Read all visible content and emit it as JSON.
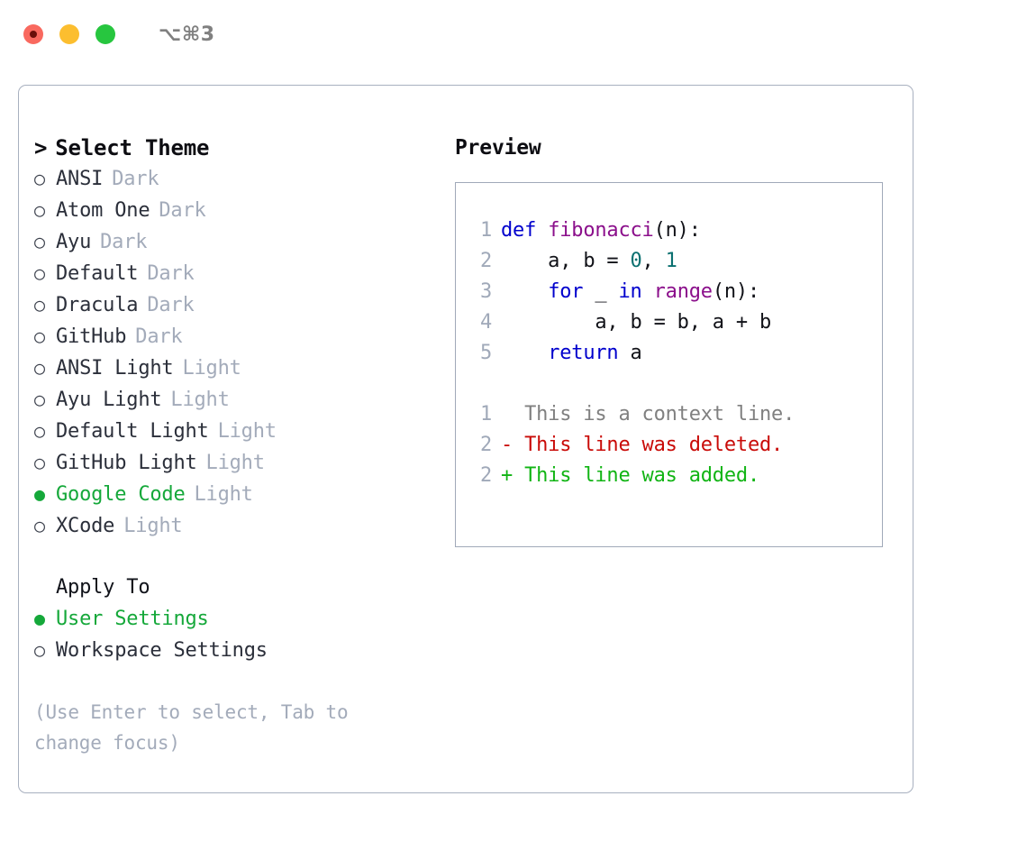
{
  "window": {
    "title": "⌥⌘3",
    "traffic_lights": [
      {
        "name": "close",
        "color": "#f9695f"
      },
      {
        "name": "minimize",
        "color": "#fcbe2f"
      },
      {
        "name": "zoom",
        "color": "#27c63f"
      }
    ]
  },
  "theme_section": {
    "caret": ">",
    "heading": "Select Theme",
    "bullet_unselected": "○",
    "bullet_selected": "●",
    "items": [
      {
        "label": "ANSI",
        "badge": "Dark",
        "selected": false
      },
      {
        "label": "Atom One",
        "badge": "Dark",
        "selected": false
      },
      {
        "label": "Ayu",
        "badge": "Dark",
        "selected": false
      },
      {
        "label": "Default",
        "badge": "Dark",
        "selected": false
      },
      {
        "label": "Dracula",
        "badge": "Dark",
        "selected": false
      },
      {
        "label": "GitHub",
        "badge": "Dark",
        "selected": false
      },
      {
        "label": "ANSI Light",
        "badge": "Light",
        "selected": false
      },
      {
        "label": "Ayu Light",
        "badge": "Light",
        "selected": false
      },
      {
        "label": "Default Light",
        "badge": "Light",
        "selected": false
      },
      {
        "label": "GitHub Light",
        "badge": "Light",
        "selected": false
      },
      {
        "label": "Google Code",
        "badge": "Light",
        "selected": true
      },
      {
        "label": "XCode",
        "badge": "Light",
        "selected": false
      }
    ]
  },
  "apply_to_section": {
    "heading": "Apply To",
    "items": [
      {
        "label": "User Settings",
        "selected": true
      },
      {
        "label": "Workspace Settings",
        "selected": false
      }
    ]
  },
  "hint": "(Use Enter to select, Tab to change focus)",
  "preview": {
    "title": "Preview",
    "code_lines": [
      {
        "no": "1",
        "tokens": [
          {
            "t": "def ",
            "c": "kw"
          },
          {
            "t": "fibonacci",
            "c": "fn"
          },
          {
            "t": "(n):",
            "c": "plain"
          }
        ]
      },
      {
        "no": "2",
        "tokens": [
          {
            "t": "    a, b = ",
            "c": "plain"
          },
          {
            "t": "0",
            "c": "num"
          },
          {
            "t": ", ",
            "c": "plain"
          },
          {
            "t": "1",
            "c": "num"
          }
        ]
      },
      {
        "no": "3",
        "tokens": [
          {
            "t": "    ",
            "c": "plain"
          },
          {
            "t": "for",
            "c": "kw"
          },
          {
            "t": " _ ",
            "c": "plain"
          },
          {
            "t": "in",
            "c": "kw"
          },
          {
            "t": " ",
            "c": "plain"
          },
          {
            "t": "range",
            "c": "fn"
          },
          {
            "t": "(n):",
            "c": "plain"
          }
        ]
      },
      {
        "no": "4",
        "tokens": [
          {
            "t": "        a, b = b, a + b",
            "c": "plain"
          }
        ]
      },
      {
        "no": "5",
        "tokens": [
          {
            "t": "    ",
            "c": "plain"
          },
          {
            "t": "return",
            "c": "kw"
          },
          {
            "t": " a",
            "c": "plain"
          }
        ]
      }
    ],
    "diff_lines": [
      {
        "no": "1",
        "text": "  This is a context line.",
        "kind": "ctx"
      },
      {
        "no": "2",
        "text": "- This line was deleted.",
        "kind": "del"
      },
      {
        "no": "2",
        "text": "+ This line was added.",
        "kind": "add"
      }
    ]
  },
  "colors": {
    "accent_green": "#15a83a",
    "muted_blue_gray": "#a3abba",
    "keyword_blue": "#0000cd",
    "function_purple": "#8b0f8b",
    "number_teal": "#0a7070",
    "diff_delete_red": "#c90b08",
    "diff_add_green": "#11b414",
    "panel_border": "#a8b0bf"
  }
}
